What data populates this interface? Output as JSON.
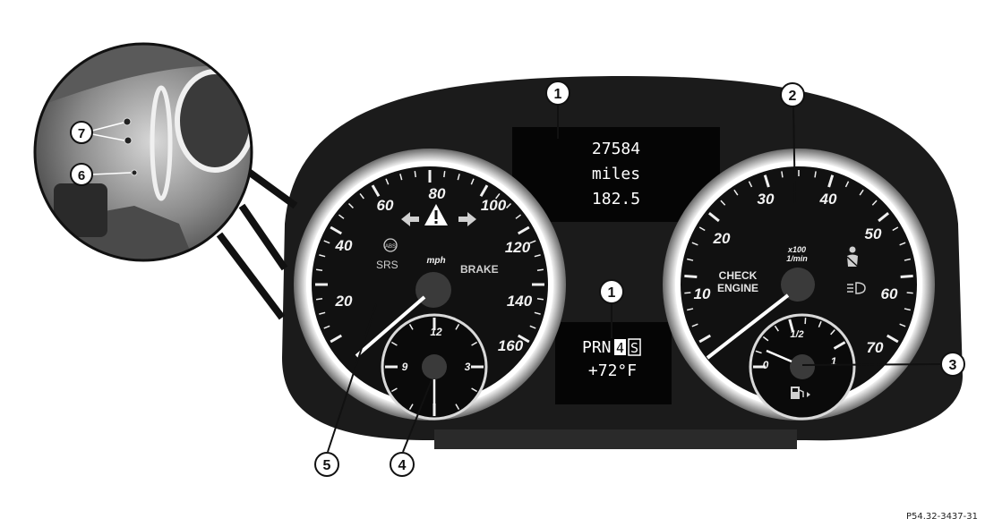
{
  "display_top": {
    "line1": "27584",
    "line2": "miles",
    "line3": "182.5"
  },
  "display_bottom": {
    "gear_prefix": "PRN",
    "gear_boxed_1": "4",
    "gear_boxed_2": "S",
    "temperature": "+72°F"
  },
  "speedometer": {
    "unit": "mph",
    "labels": [
      "20",
      "40",
      "60",
      "80",
      "100",
      "120",
      "140",
      "160"
    ],
    "warning_srs": "SRS",
    "warning_brake": "BRAKE",
    "abs_symbol": "ABS"
  },
  "clock": {
    "labels": [
      "12",
      "3",
      "9"
    ]
  },
  "tachometer": {
    "labels": [
      "10",
      "20",
      "30",
      "40",
      "50",
      "60",
      "70"
    ],
    "unit_line1": "x100",
    "unit_line2": "1/min",
    "check_engine_line1": "CHECK",
    "check_engine_line2": "ENGINE"
  },
  "fuel_gauge": {
    "labels": [
      "0",
      "1/2",
      "1"
    ]
  },
  "callouts": {
    "c1a": "1",
    "c1b": "1",
    "c2": "2",
    "c3": "3",
    "c4": "4",
    "c5": "5",
    "c6": "6",
    "c7": "7"
  },
  "reference_code": "P54.32-3437-31",
  "colors": {
    "bezel": "#1a1a1a",
    "chrome": "#ffffff",
    "dial": "#111111",
    "lcd": "#0a0a0a"
  }
}
